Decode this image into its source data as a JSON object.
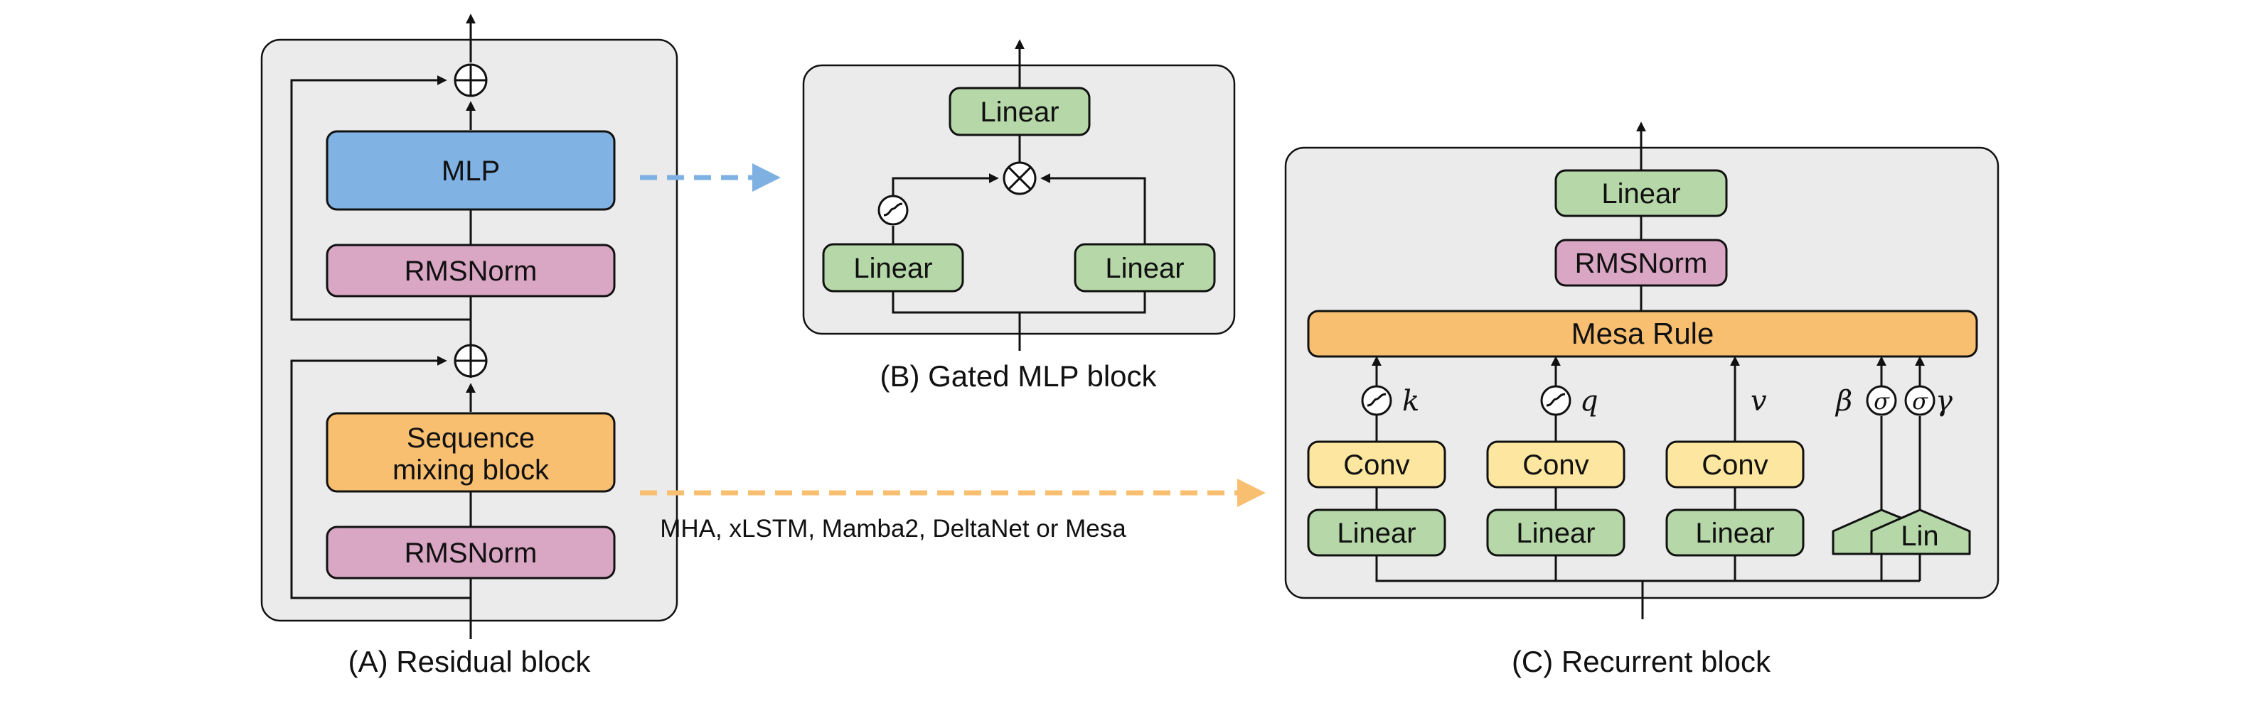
{
  "colors": {
    "panel": "#ebebeb",
    "mlp": "#80b3e3",
    "norm": "#d9a6c4",
    "seq": "#f8bf71",
    "linear": "#b6d7a8",
    "conv": "#fde69f",
    "mesa": "#f8bf71",
    "arrow_blue": "#7fb0e2",
    "arrow_orange": "#f8bf71",
    "stroke": "#111111"
  },
  "residual": {
    "caption": "(A) Residual block",
    "mlp": "MLP",
    "norm_top": "RMSNorm",
    "seq_line1": "Sequence",
    "seq_line2": "mixing block",
    "norm_bottom": "RMSNorm"
  },
  "gated": {
    "caption": "(B) Gated MLP block",
    "linear_top": "Linear",
    "linear_left": "Linear",
    "linear_right": "Linear"
  },
  "recurrent": {
    "caption": "(C) Recurrent block",
    "linear_top": "Linear",
    "norm": "RMSNorm",
    "mesa": "Mesa Rule",
    "conv_k": "Conv",
    "conv_q": "Conv",
    "conv_v": "Conv",
    "lin_k": "Linear",
    "lin_q": "Linear",
    "lin_v": "Linear",
    "lin_small": "Lin",
    "k": "k",
    "q": "q",
    "v": "v",
    "beta": "β",
    "gamma": "γ",
    "sigma": "σ"
  },
  "annotation": {
    "seq_options": "MHA, xLSTM, Mamba2, DeltaNet or Mesa"
  }
}
